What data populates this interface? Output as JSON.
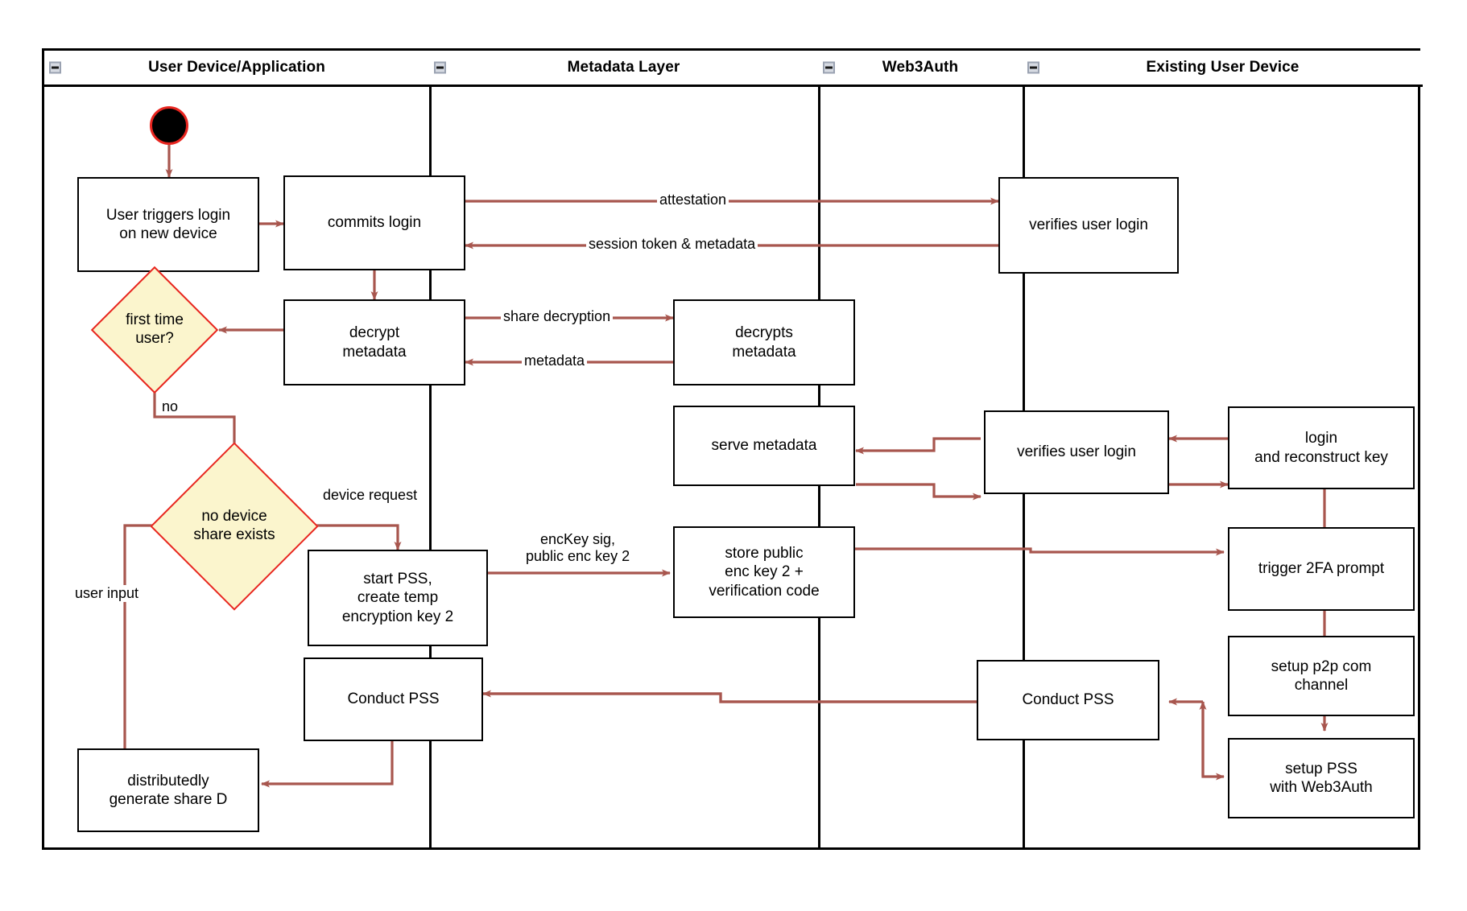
{
  "diagram": {
    "title": "Web3Auth new-device login / PSS activity diagram",
    "colors": {
      "frame": "#000000",
      "node_border": "#000000",
      "node_fill": "#ffffff",
      "decision_fill": "#fbf5cd",
      "decision_border": "#e8251f",
      "connector": "#a8564e",
      "start_fill": "#000000",
      "start_border": "#e8251f",
      "lane_header_icon": "#d7dbe3"
    }
  },
  "lanes": [
    {
      "id": "user-device-application",
      "label": "User Device/Application",
      "collapse_icon": "minus-box-icon"
    },
    {
      "id": "metadata-layer",
      "label": "Metadata Layer",
      "collapse_icon": "minus-box-icon"
    },
    {
      "id": "web3auth",
      "label": "Web3Auth",
      "collapse_icon": "minus-box-icon"
    },
    {
      "id": "existing-user-device",
      "label": "Existing User Device",
      "collapse_icon": "minus-box-icon"
    }
  ],
  "nodes": [
    {
      "id": "start",
      "lane": "user-device-application",
      "type": "start",
      "label": ""
    },
    {
      "id": "user-triggers-login",
      "lane": "user-device-application",
      "type": "activity",
      "label": "User triggers login\non new device"
    },
    {
      "id": "commits-login",
      "lane": "user-device-application",
      "type": "activity",
      "label": "commits login"
    },
    {
      "id": "decrypt-metadata",
      "lane": "user-device-application",
      "type": "activity",
      "label": "decrypt\nmetadata"
    },
    {
      "id": "first-time-user",
      "lane": "user-device-application",
      "type": "decision",
      "label": "first time\nuser?"
    },
    {
      "id": "no-device-share-exists",
      "lane": "user-device-application",
      "type": "decision",
      "label": "no device\nshare exists"
    },
    {
      "id": "start-pss",
      "lane": "user-device-application",
      "type": "activity",
      "label": "start PSS,\ncreate temp\nencryption key 2"
    },
    {
      "id": "conduct-pss-user",
      "lane": "user-device-application",
      "type": "activity",
      "label": "Conduct PSS"
    },
    {
      "id": "distributedly-generate-share-d",
      "lane": "user-device-application",
      "type": "activity",
      "label": "distributedly\ngenerate share D"
    },
    {
      "id": "decrypts-metadata",
      "lane": "metadata-layer",
      "type": "activity",
      "label": "decrypts\nmetadata"
    },
    {
      "id": "serve-metadata",
      "lane": "metadata-layer",
      "type": "activity",
      "label": "serve metadata"
    },
    {
      "id": "store-public-enc-key-2",
      "lane": "metadata-layer",
      "type": "activity",
      "label": "store public\nenc key 2 +\nverification code"
    },
    {
      "id": "verifies-user-login-1",
      "lane": "web3auth",
      "type": "activity",
      "label": "verifies user login"
    },
    {
      "id": "verifies-user-login-2",
      "lane": "web3auth",
      "type": "activity",
      "label": "verifies user login"
    },
    {
      "id": "conduct-pss-web3auth",
      "lane": "web3auth",
      "type": "activity",
      "label": "Conduct PSS"
    },
    {
      "id": "login-and-reconstruct-key",
      "lane": "existing-user-device",
      "type": "activity",
      "label": "login\nand reconstruct key"
    },
    {
      "id": "trigger-2fa-prompt",
      "lane": "existing-user-device",
      "type": "activity",
      "label": "trigger 2FA prompt"
    },
    {
      "id": "setup-p2p-com-channel",
      "lane": "existing-user-device",
      "type": "activity",
      "label": "setup p2p com\nchannel"
    },
    {
      "id": "setup-pss-with-web3auth",
      "lane": "existing-user-device",
      "type": "activity",
      "label": "setup PSS\nwith Web3Auth"
    }
  ],
  "edge_labels": [
    {
      "id": "attestation",
      "text": "attestation"
    },
    {
      "id": "session-token-metadata",
      "text": "session token & metadata"
    },
    {
      "id": "share-decryption",
      "text": "share decryption"
    },
    {
      "id": "metadata",
      "text": "metadata"
    },
    {
      "id": "no",
      "text": "no"
    },
    {
      "id": "device-request",
      "text": "device request"
    },
    {
      "id": "user-input",
      "text": "user input"
    },
    {
      "id": "enckey-sig",
      "text": "encKey sig,\npublic enc key 2"
    }
  ]
}
